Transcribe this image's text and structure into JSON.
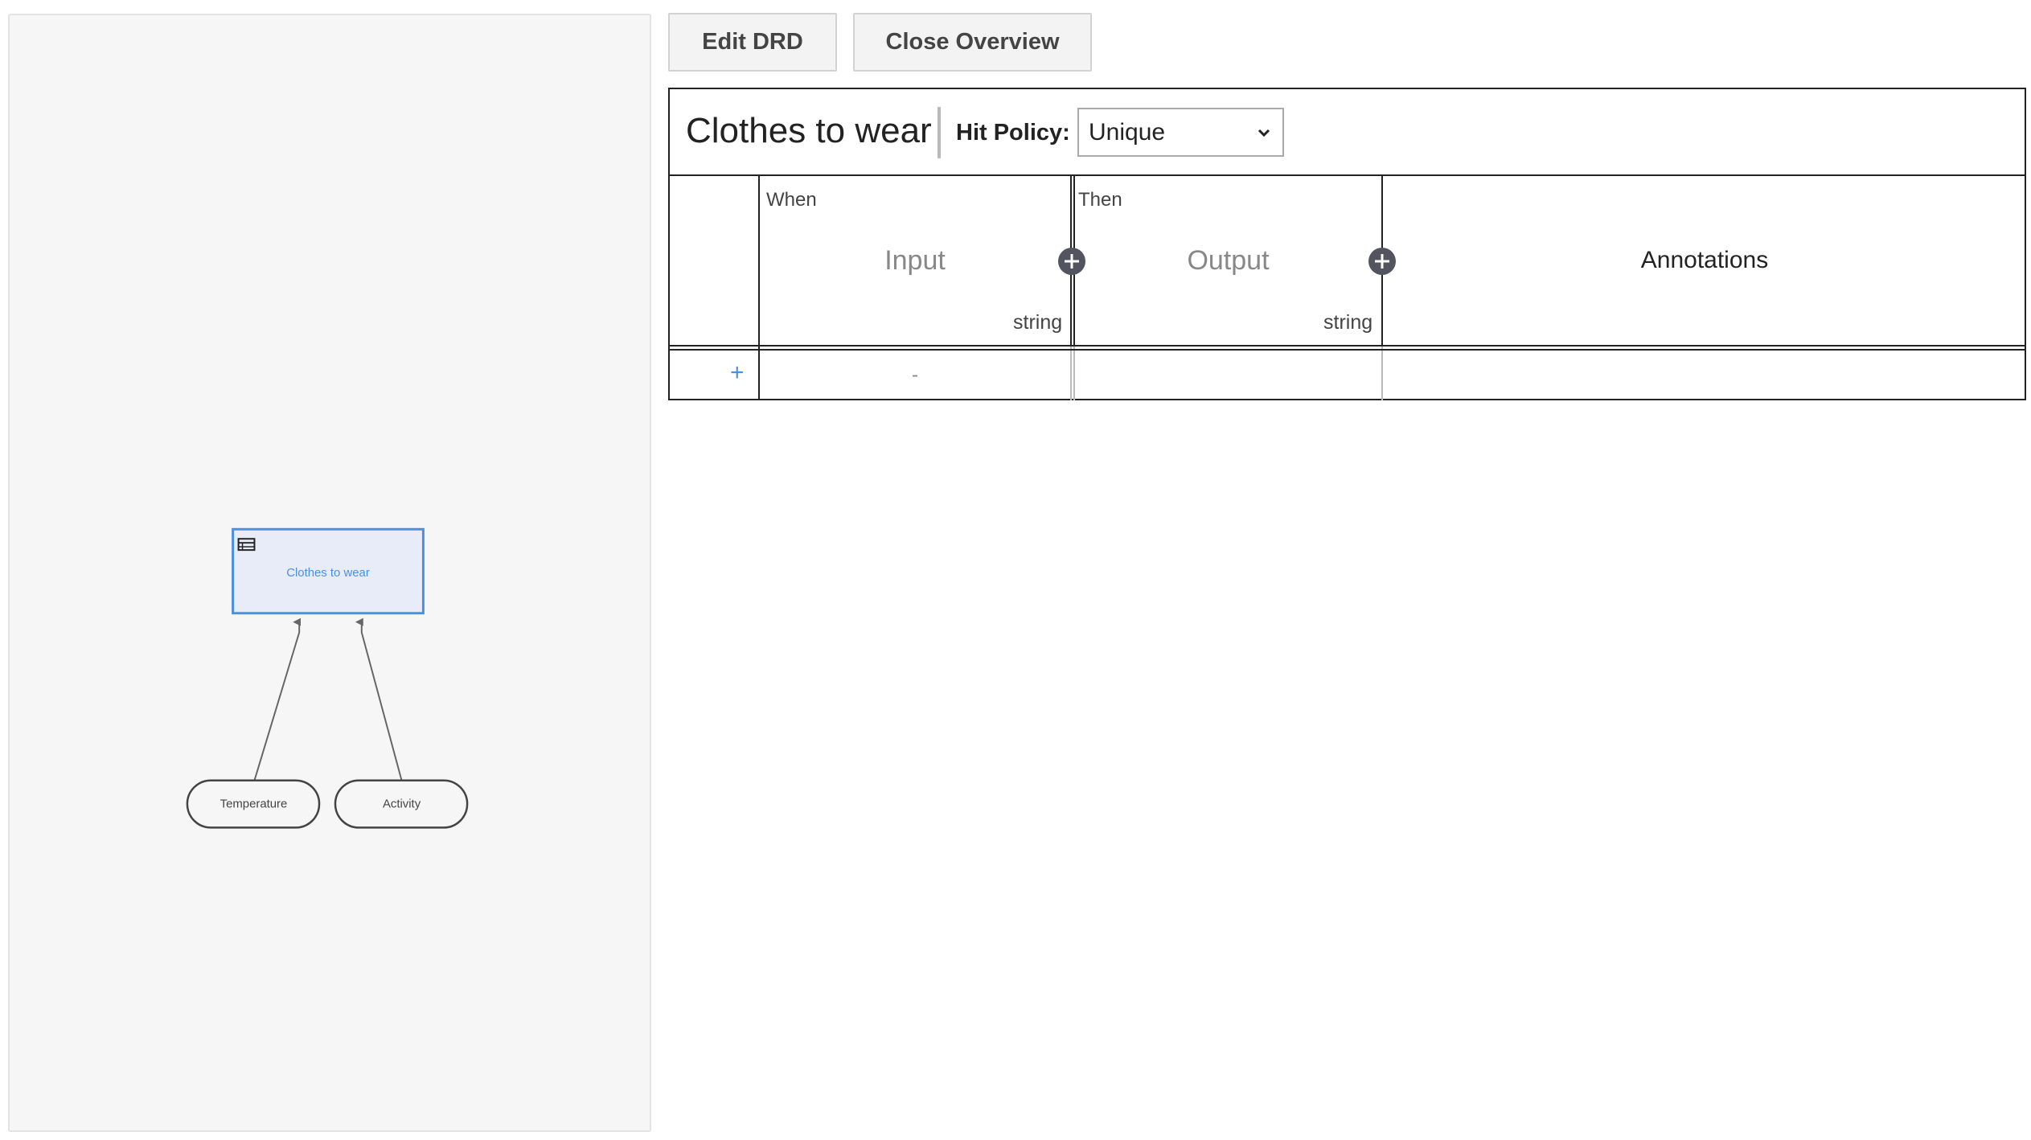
{
  "toolbar": {
    "edit_drd_label": "Edit DRD",
    "close_overview_label": "Close Overview"
  },
  "drd": {
    "decision_label": "Clothes to wear",
    "inputs": [
      "Temperature",
      "Activity"
    ],
    "colors": {
      "decision_fill": "#e8ecf8",
      "decision_stroke": "#4a90e2",
      "decision_text": "#4a90e2",
      "input_stroke": "#444"
    }
  },
  "decision_table": {
    "name": "Clothes to wear",
    "hit_policy_label": "Hit Policy:",
    "hit_policy_value": "Unique",
    "when_label": "When",
    "then_label": "Then",
    "input_column": {
      "label": "Input",
      "type": "string"
    },
    "output_column": {
      "label": "Output",
      "type": "string"
    },
    "annotations_label": "Annotations",
    "add_rule_label": "+",
    "rules": [
      {
        "input": "-",
        "output": "",
        "annotation": ""
      }
    ]
  }
}
